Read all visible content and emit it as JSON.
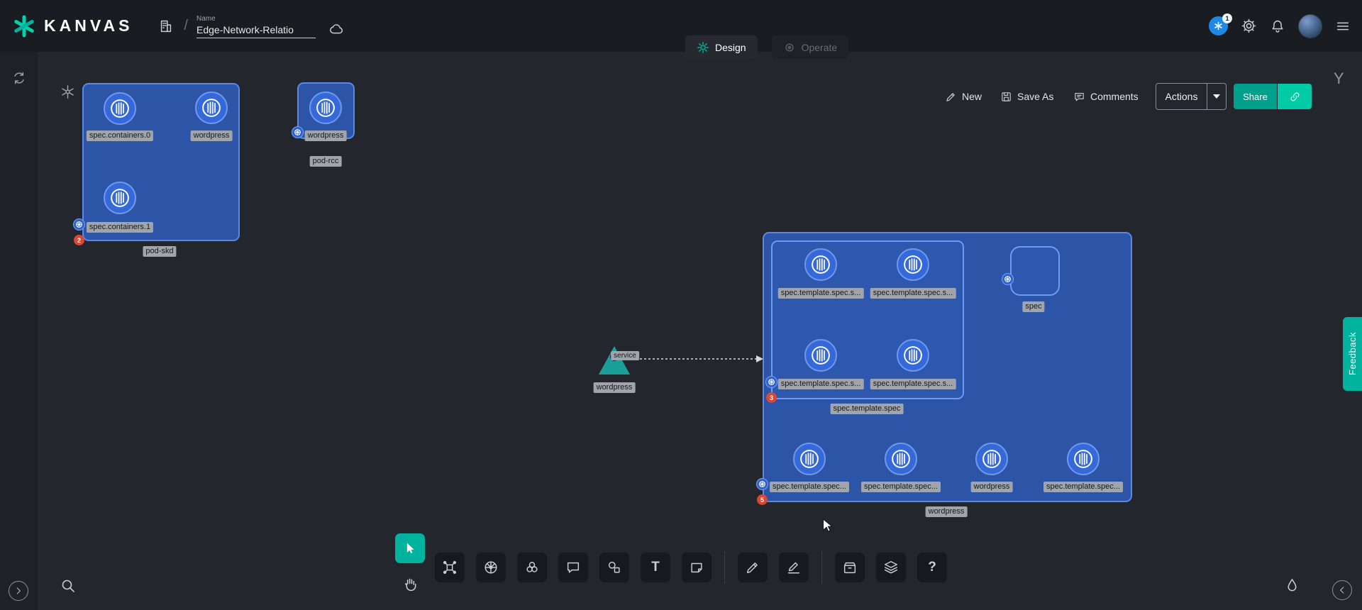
{
  "colors": {
    "accent": "#00B39F",
    "accent_bright": "#00D3A9",
    "group_fill": "#2C54A7",
    "group_border": "#5988EA",
    "node_blue": "#3568D8",
    "badge_red": "#DC4632",
    "notification_blue": "#1E88E5"
  },
  "header": {
    "logo_text": "KANVAS",
    "breadcrumb_slash": "/",
    "name_label": "Name",
    "design_name_value": "Edge-Network-Relatio",
    "tabs": [
      {
        "label": "Design"
      },
      {
        "label": "Operate"
      }
    ],
    "notification_badge": "1"
  },
  "canvas_toolbar": {
    "new_label": "New",
    "save_as_label": "Save As",
    "comments_label": "Comments",
    "actions_label": "Actions",
    "share_label": "Share"
  },
  "right_rail": {
    "y_glyph": "Y",
    "feedback_label": "Feedback"
  },
  "canvas": {
    "groups": {
      "pod_skd": {
        "label": "pod-skd",
        "error_badge": "2",
        "nodes": [
          "spec.containers.0",
          "wordpress",
          "spec.containers.1"
        ]
      },
      "pod_rcc": {
        "label": "pod-rcc",
        "nodes": [
          "wordpress"
        ]
      },
      "wordpress": {
        "label": "wordpress",
        "error_badge": "5",
        "inner_group": {
          "label": "spec.template.spec",
          "error_badge": "3",
          "nodes": [
            "spec.template.spec.s...",
            "spec.template.spec.s...",
            "spec.template.spec.s...",
            "spec.template.spec.s..."
          ]
        },
        "spec_node_label": "spec",
        "bottom_nodes": [
          "spec.template.spec...",
          "spec.template.spec...",
          "wordpress",
          "spec.template.spec..."
        ]
      }
    },
    "service": {
      "edge_label": "service",
      "node_label": "wordpress"
    }
  },
  "dock": {
    "text_tool_glyph": "T",
    "help_tool_glyph": "?"
  }
}
